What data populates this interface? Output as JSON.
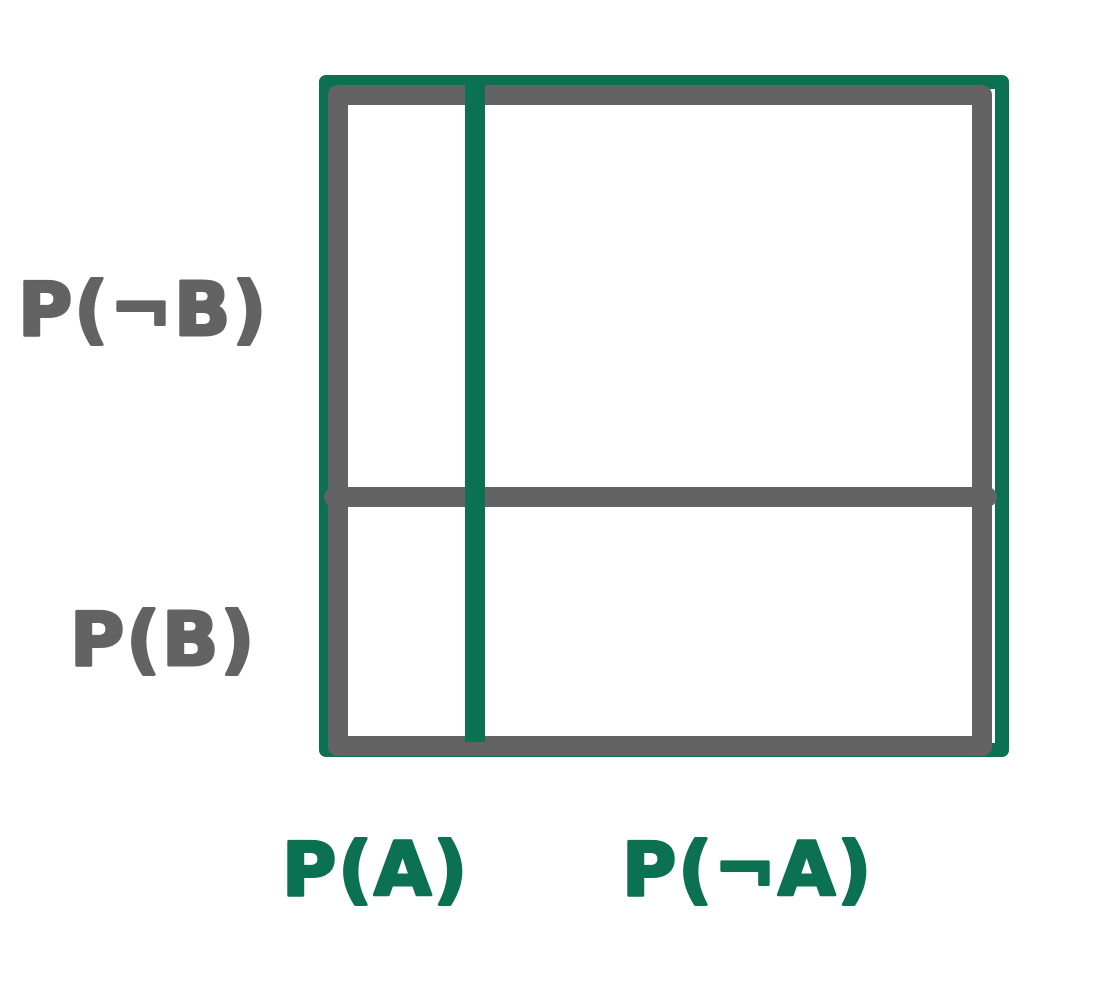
{
  "colors": {
    "a_lines": "#0b7150",
    "b_lines": "#636363",
    "background": "#ffffff"
  },
  "labels": {
    "not_b": "P(¬B)",
    "b": "P(B)",
    "a": "P(A)",
    "not_a": "P(¬A)"
  }
}
